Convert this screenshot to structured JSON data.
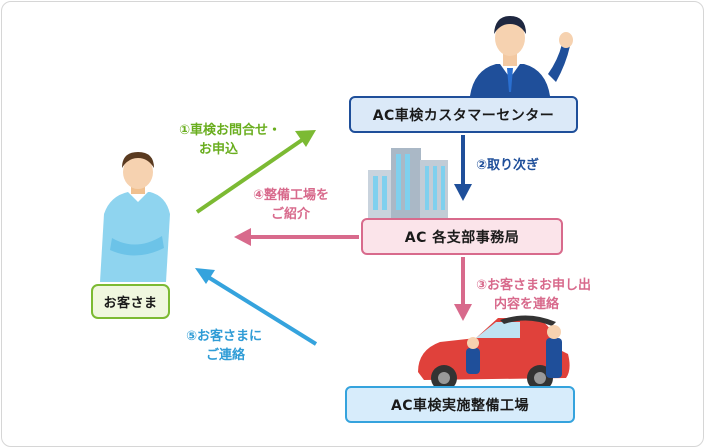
{
  "nodes": {
    "center": "AC車検カスタマーセンター",
    "branch": "AC 各支部事務局",
    "workshop": "AC車検実施整備工場",
    "customer": "お客さま"
  },
  "steps": [
    {
      "lines": [
        "①車検お問合せ・",
        "お申込"
      ]
    },
    {
      "lines": [
        "②取り次ぎ"
      ]
    },
    {
      "lines": [
        "③お客さまお申し出",
        "内容を連絡"
      ]
    },
    {
      "lines": [
        "④整備工場を",
        "ご紹介"
      ]
    },
    {
      "lines": [
        "⑤お客さまに",
        "ご連絡"
      ]
    }
  ],
  "colors": {
    "step1": "#7cba33",
    "step2": "#1f4f9a",
    "step3": "#d86a8c",
    "step4": "#d86a8c",
    "step5": "#35a3dd"
  },
  "illustrations": [
    "operator-man",
    "office-buildings",
    "customer-man",
    "car-mechanics"
  ]
}
